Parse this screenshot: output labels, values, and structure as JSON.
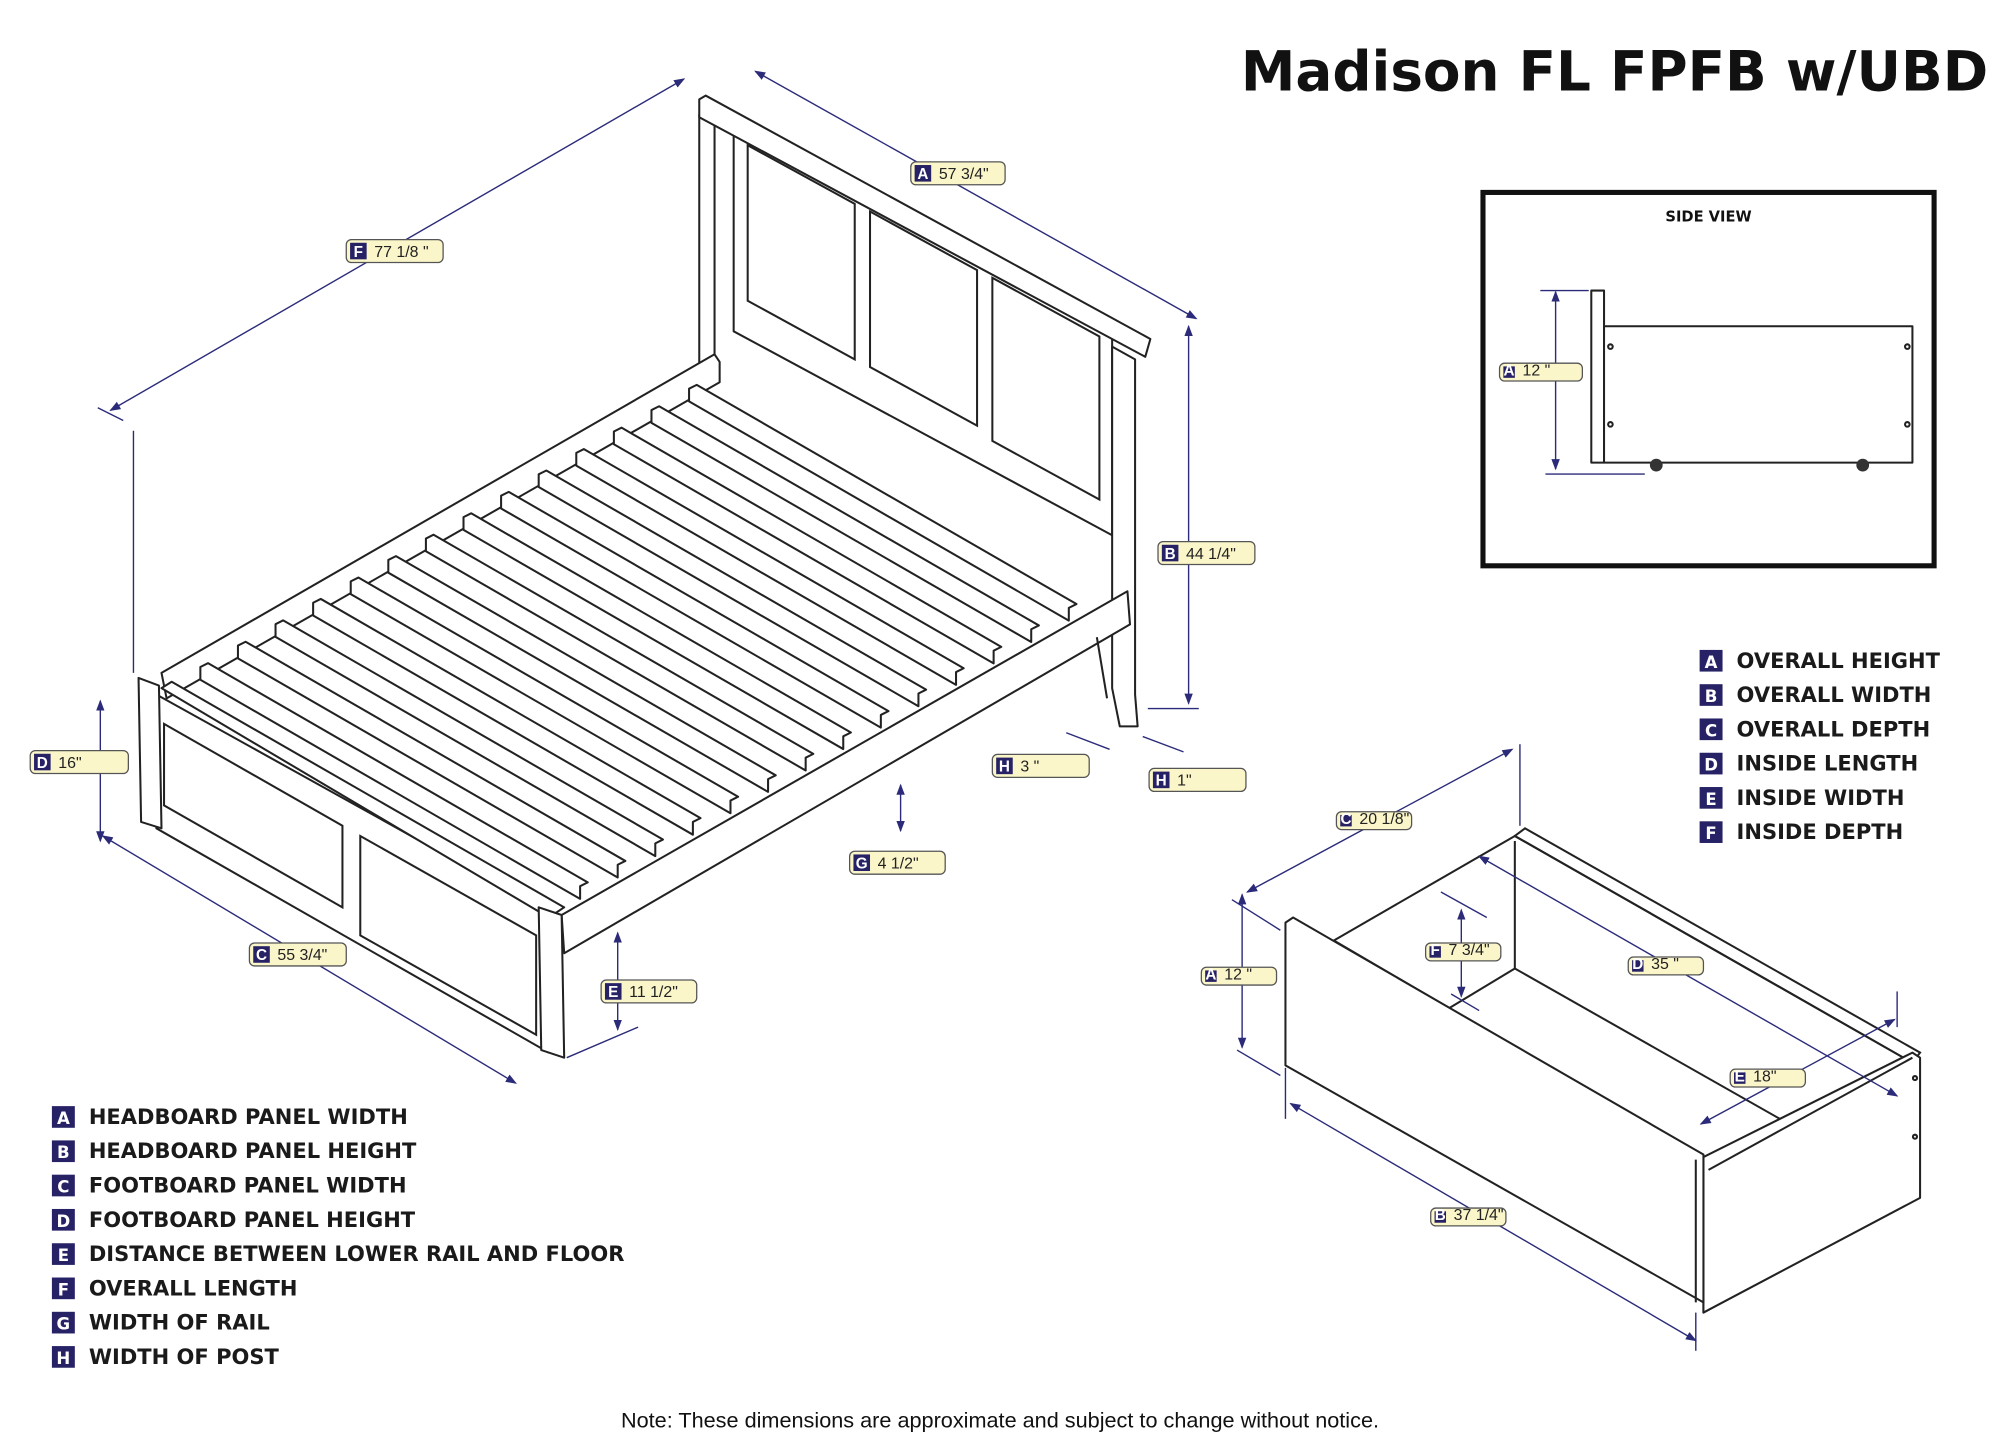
{
  "title": "Madison FL FPFB w/UBD",
  "note": "Note:  These dimensions are approximate and subject to change without notice.",
  "side_view": {
    "label": "SIDE VIEW",
    "callouts": [
      {
        "letter": "A",
        "value": "12 \""
      }
    ]
  },
  "bed_callouts": [
    {
      "letter": "A",
      "value": "57 3/4\""
    },
    {
      "letter": "F",
      "value": "77 1/8 \""
    },
    {
      "letter": "B",
      "value": "44 1/4\""
    },
    {
      "letter": "D",
      "value": "16\""
    },
    {
      "letter": "H",
      "value": "3 \""
    },
    {
      "letter": "H",
      "value": "1\""
    },
    {
      "letter": "G",
      "value": "4 1/2\""
    },
    {
      "letter": "C",
      "value": "55 3/4\""
    },
    {
      "letter": "E",
      "value": "11 1/2\""
    }
  ],
  "drawer_callouts": [
    {
      "letter": "C",
      "value": "20 1/8\""
    },
    {
      "letter": "F",
      "value": "7 3/4\""
    },
    {
      "letter": "D",
      "value": "35 \""
    },
    {
      "letter": "A",
      "value": "12 \""
    },
    {
      "letter": "E",
      "value": "18\""
    },
    {
      "letter": "B",
      "value": "37 1/4\""
    }
  ],
  "bed_legend": [
    {
      "letter": "A",
      "label": "HEADBOARD PANEL WIDTH"
    },
    {
      "letter": "B",
      "label": "HEADBOARD PANEL HEIGHT"
    },
    {
      "letter": "C",
      "label": "FOOTBOARD PANEL WIDTH"
    },
    {
      "letter": "D",
      "label": "FOOTBOARD PANEL HEIGHT"
    },
    {
      "letter": "E",
      "label": "DISTANCE BETWEEN LOWER RAIL AND FLOOR"
    },
    {
      "letter": "F",
      "label": "OVERALL LENGTH"
    },
    {
      "letter": "G",
      "label": "WIDTH OF RAIL"
    },
    {
      "letter": "H",
      "label": "WIDTH OF POST"
    }
  ],
  "drawer_legend": [
    {
      "letter": "A",
      "label": "OVERALL HEIGHT"
    },
    {
      "letter": "B",
      "label": "OVERALL WIDTH"
    },
    {
      "letter": "C",
      "label": "OVERALL DEPTH"
    },
    {
      "letter": "D",
      "label": "INSIDE LENGTH"
    },
    {
      "letter": "E",
      "label": "INSIDE WIDTH"
    },
    {
      "letter": "F",
      "label": "INSIDE DEPTH"
    }
  ],
  "colors": {
    "dimension": "#2b2b7a",
    "badge": "#272266",
    "callout_fill": "#fbf6c9"
  }
}
